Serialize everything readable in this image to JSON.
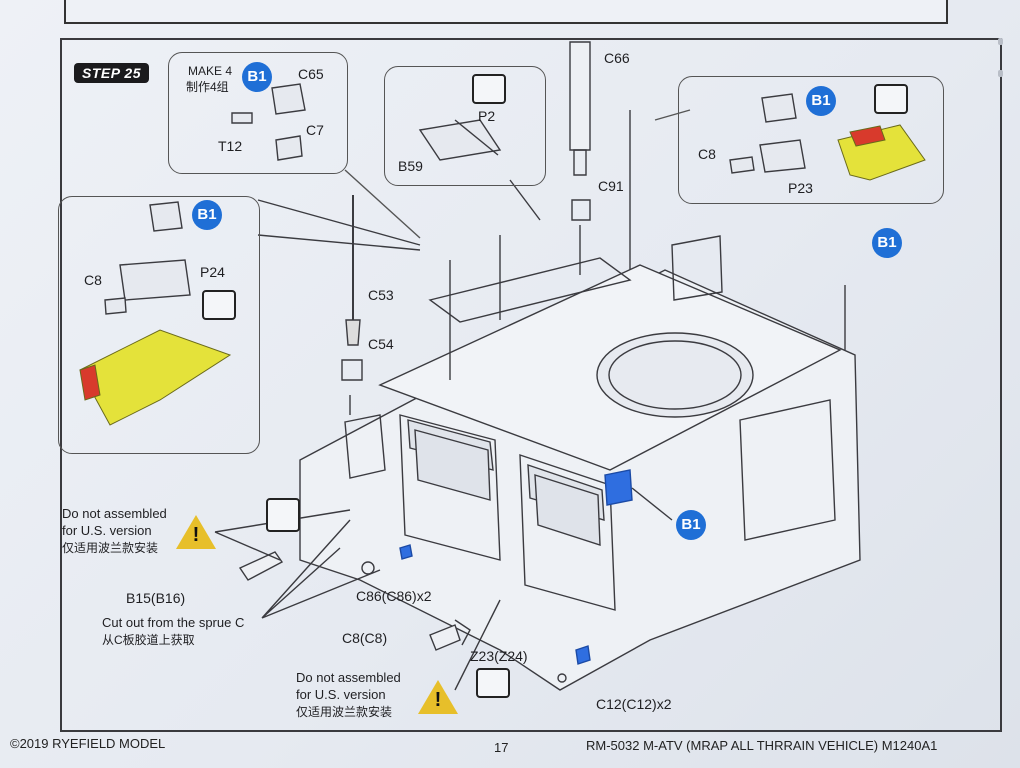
{
  "step": {
    "title": "STEP 25"
  },
  "callouts": {
    "make4": {
      "make_en": "MAKE 4",
      "make_cn": "制作4组",
      "badge": "B1",
      "parts": [
        "C65",
        "T12",
        "C7"
      ]
    },
    "plate": {
      "parts": [
        "P2",
        "B59"
      ]
    },
    "rear_right": {
      "badge": "B1",
      "parts": [
        "C8",
        "P23"
      ]
    },
    "left_bracket": {
      "badge": "B1",
      "parts": [
        "C8",
        "P24"
      ]
    }
  },
  "main_parts": {
    "c66": "C66",
    "c91": "C91",
    "c53": "C53",
    "c54": "C54",
    "b1_right": "B1",
    "b1_center": "B1",
    "b15": "B15(B16)",
    "c86": "C86(C86)x2",
    "c8c8": "C8(C8)",
    "z23": "Z23(Z24)",
    "c12": "C12(C12)x2"
  },
  "notes": {
    "upper": {
      "line1": "Do not assembled",
      "line2": "for U.S. version",
      "line3": "仅适用波兰款安装",
      "mark": "!"
    },
    "lower": {
      "line1": "Do not assembled",
      "line2": "for U.S. version",
      "line3": "仅适用波兰款安装",
      "mark": "!"
    },
    "sprue": {
      "line1": "Cut out from the sprue C",
      "line2": "从C板胶道上获取"
    }
  },
  "footer": {
    "copyright": "©2019 RYEFIELD MODEL",
    "page": "17",
    "model": "RM-5032 M-ATV (MRAP ALL THRRAIN VEHICLE) M1240A1"
  },
  "colors": {
    "badge_blue": "#1f6fd6",
    "part_yellow": "#e4e23a",
    "part_red": "#d83a2c",
    "warning_yellow": "#e7bf2a"
  }
}
